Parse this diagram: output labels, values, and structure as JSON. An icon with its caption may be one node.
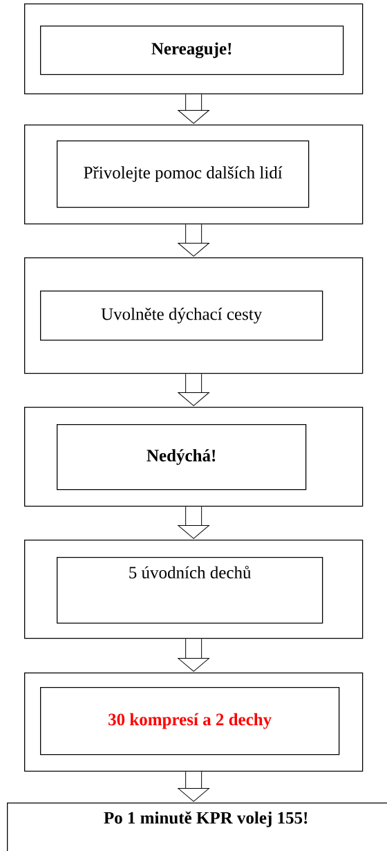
{
  "diagram": {
    "nodes": [
      {
        "text": [],
        "shape": "box"
      },
      {
        "text": [
          "Nereaguje!"
        ],
        "in": 0
      },
      {
        "text": [],
        "shape": "box"
      },
      {
        "text": [
          "Přivolejte pomoc dalších lidí"
        ],
        "in": 2
      },
      {
        "text": [],
        "shape": "box"
      },
      {
        "text": [
          "Uvolněte dýchací cesty"
        ],
        "in": 4
      },
      {
        "text": [],
        "shape": "box"
      },
      {
        "text": [
          "Nedýchá!"
        ],
        "in": 6
      },
      {
        "text": [],
        "shape": "box"
      },
      {
        "text": [
          "5 úvodních dechů"
        ],
        "in": 8
      },
      {
        "text": [],
        "shape": "box"
      },
      {
        "text": [
          "30 kompresí a 2 dechy"
        ],
        "in": 10
      },
      {
        "text": [
          "Po 1 minutě KPR volej 155!"
        ]
      }
    ],
    "edges": [
      {
        "from": 0,
        "to": 2,
        "arrow": "to"
      },
      {
        "from": 2,
        "to": 4,
        "arrow": "to"
      },
      {
        "from": 4,
        "to": 6,
        "arrow": "to"
      },
      {
        "from": 6,
        "to": 8,
        "arrow": "to"
      },
      {
        "from": 8,
        "to": 10,
        "arrow": "to"
      },
      {
        "from": 10,
        "to": 12,
        "arrow": "to"
      }
    ]
  }
}
